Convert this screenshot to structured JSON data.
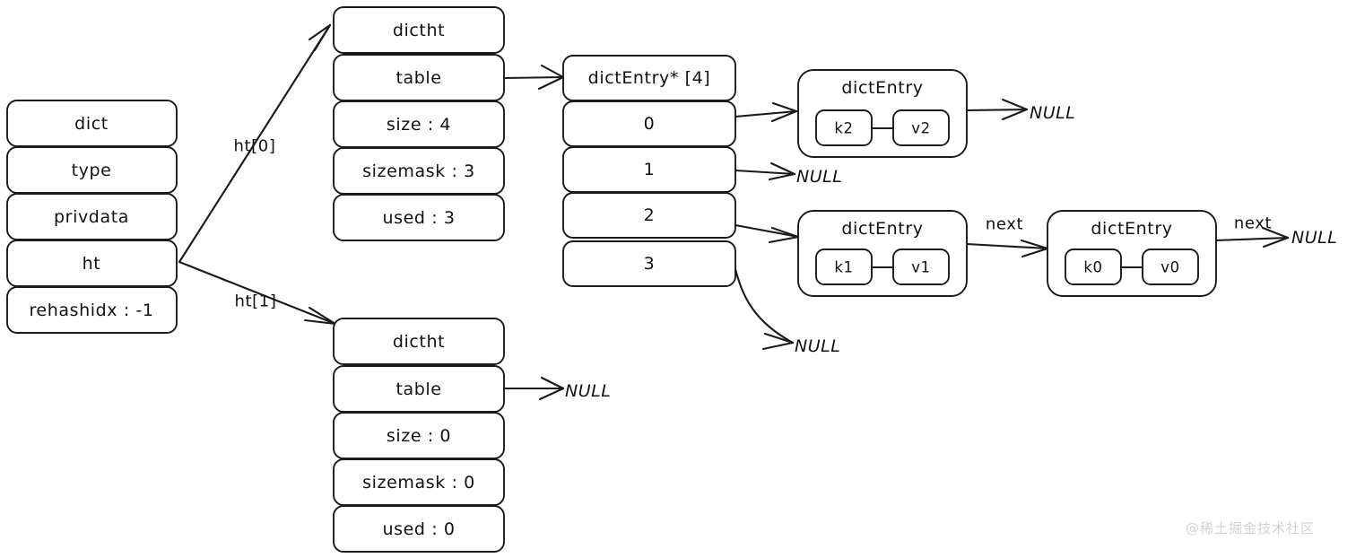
{
  "diagram": {
    "title": "redis-dict-hashtable-structure",
    "colors": {
      "stroke": "#1a1a1a",
      "fill": "#ffffff",
      "background": "#ffffff",
      "watermark": "#d2d2d2"
    }
  },
  "dict_struct": {
    "header": "dict",
    "fields": [
      {
        "label": "type"
      },
      {
        "label": "privdata"
      },
      {
        "label": "ht"
      },
      {
        "label": "rehashidx : -1"
      }
    ]
  },
  "ht0": {
    "header": "dictht",
    "pointer_label": "ht[0]",
    "fields": [
      {
        "label": "table"
      },
      {
        "label": "size : 4"
      },
      {
        "label": "sizemask : 3"
      },
      {
        "label": "used : 3"
      }
    ]
  },
  "ht1": {
    "header": "dictht",
    "pointer_label": "ht[1]",
    "fields": [
      {
        "label": "table"
      },
      {
        "label": "size : 0"
      },
      {
        "label": "sizemask : 0"
      },
      {
        "label": "used : 0"
      }
    ],
    "table_target": "NULL"
  },
  "bucket_array": {
    "header": "dictEntry* [4]",
    "buckets": [
      {
        "index": "0",
        "target": "entry-k2"
      },
      {
        "index": "1",
        "target": "NULL"
      },
      {
        "index": "2",
        "target": "entry-k1"
      },
      {
        "index": "3",
        "target": "NULL"
      }
    ]
  },
  "entries": [
    {
      "id": "entry-k2",
      "title": "dictEntry",
      "key": "k2",
      "value": "v2",
      "next_label": "",
      "next_target": "NULL"
    },
    {
      "id": "entry-k1",
      "title": "dictEntry",
      "key": "k1",
      "value": "v1",
      "next_label": "next",
      "next_target": "entry-k0"
    },
    {
      "id": "entry-k0",
      "title": "dictEntry",
      "key": "k0",
      "value": "v0",
      "next_label": "next",
      "next_target": "NULL"
    }
  ],
  "null_terminals": {
    "entry_k2_next": "NULL",
    "bucket1": "NULL",
    "bucket3": "NULL",
    "entry_k0_next": "NULL",
    "ht1_table": "NULL"
  },
  "watermark": {
    "text": "@稀土掘金技术社区"
  }
}
